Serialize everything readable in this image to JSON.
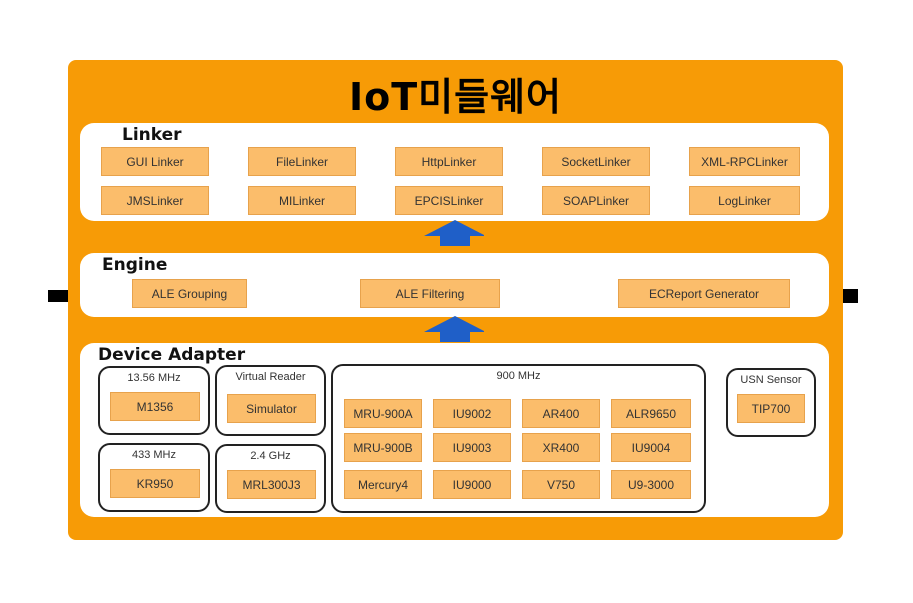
{
  "title": "IoT미들웨어",
  "colors": {
    "frame": "#f79b06",
    "chip": "#fbbd6b",
    "arrow": "#1f5fc8"
  },
  "linker": {
    "label": "Linker",
    "row1": [
      "GUI Linker",
      "FileLinker",
      "HttpLinker",
      "SocketLinker",
      "XML-RPCLinker"
    ],
    "row2": [
      "JMSLinker",
      "MILinker",
      "EPCISLinker",
      "SOAPLinker",
      "LogLinker"
    ]
  },
  "engine": {
    "label": "Engine",
    "items": [
      "ALE Grouping",
      "ALE Filtering",
      "ECReport Generator"
    ]
  },
  "device": {
    "label": "Device Adapter",
    "g13": {
      "label": "13.56 MHz",
      "item": "M1356"
    },
    "gvr": {
      "label": "Virtual Reader",
      "item": "Simulator"
    },
    "g433": {
      "label": "433 MHz",
      "item": "KR950"
    },
    "g24": {
      "label": "2.4 GHz",
      "item": "MRL300J3"
    },
    "g900": {
      "label": "900 MHz",
      "row1": [
        "MRU-900A",
        "IU9002",
        "AR400",
        "ALR9650"
      ],
      "row2": [
        "MRU-900B",
        "IU9003",
        "XR400",
        "IU9004"
      ],
      "row3": [
        "Mercury4",
        "IU9000",
        "V750",
        "U9-3000"
      ]
    },
    "usn": {
      "label": "USN Sensor",
      "item": "TIP700"
    }
  }
}
